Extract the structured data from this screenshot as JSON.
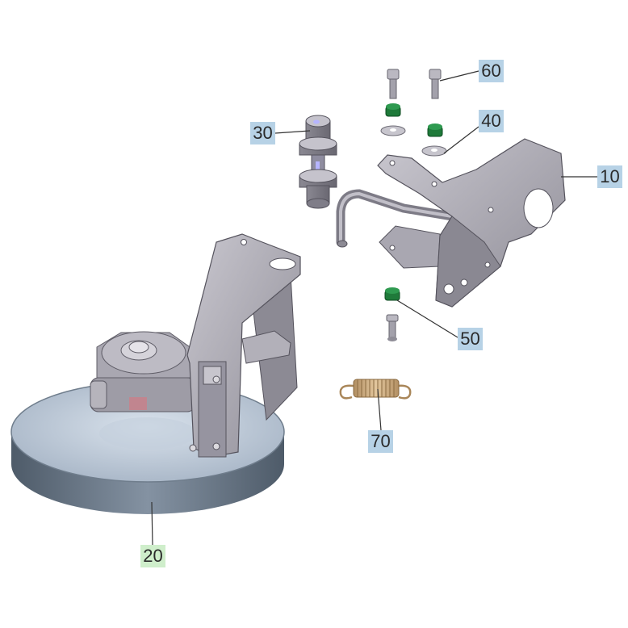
{
  "parts": [
    {
      "id": "part-10",
      "label": "10",
      "color": "#b7d2e6"
    },
    {
      "id": "part-20",
      "label": "20",
      "color": "#cfeecb"
    },
    {
      "id": "part-30",
      "label": "30",
      "color": "#b7d2e6"
    },
    {
      "id": "part-40",
      "label": "40",
      "color": "#b7d2e6"
    },
    {
      "id": "part-50",
      "label": "50",
      "color": "#b7d2e6"
    },
    {
      "id": "part-60",
      "label": "60",
      "color": "#b7d2e6"
    },
    {
      "id": "part-70",
      "label": "70",
      "color": "#b7d2e6"
    }
  ],
  "colors": {
    "steel": "#a8a6b0",
    "steel_dark": "#75737d",
    "disc_top": "#b9c6d6",
    "disc_side": "#5f6e7e",
    "cap_green": "#1f7a3a",
    "spring": "#c8a77a"
  }
}
